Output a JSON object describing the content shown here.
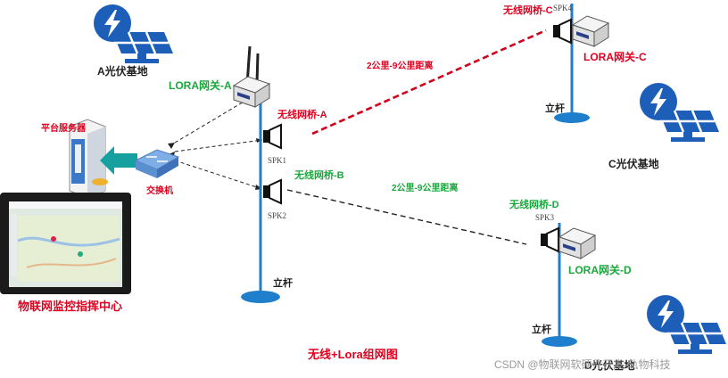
{
  "diagram": {
    "title": "无线+Lora组网图",
    "sites": {
      "a": "A光伏基地",
      "c": "C光伏基地",
      "d": "D光伏基地"
    },
    "poles": {
      "main": "立杆",
      "c": "立杆",
      "d": "立杆"
    },
    "gateways": {
      "a": "LORA网关-A",
      "c": "LORA网关-C",
      "d": "LORA网关-D"
    },
    "bridges": {
      "a": "无线网桥-A",
      "b": "无线网桥-B",
      "c": "无线网桥-C",
      "d": "无线网桥-D"
    },
    "speakers": {
      "spk1": "SPK1",
      "spk2": "SPK2",
      "spk3": "SPK3",
      "spk4": "SPK4"
    },
    "links": {
      "ac": "2公里-9公里距离",
      "bd": "2公里-9公里距离"
    },
    "server": "平台服务器",
    "switch": "交换机",
    "center": "物联网监控指挥中心",
    "watermark": "CSDN @物联网软硬件开发-轨物科技",
    "colors": {
      "solar_blue": "#1d5fb8",
      "pole_blue": "#1f7fcc",
      "red_link": "#d0021b",
      "black_link": "#222222",
      "label_red": "#e1001e",
      "label_green": "#1aa83c"
    }
  }
}
